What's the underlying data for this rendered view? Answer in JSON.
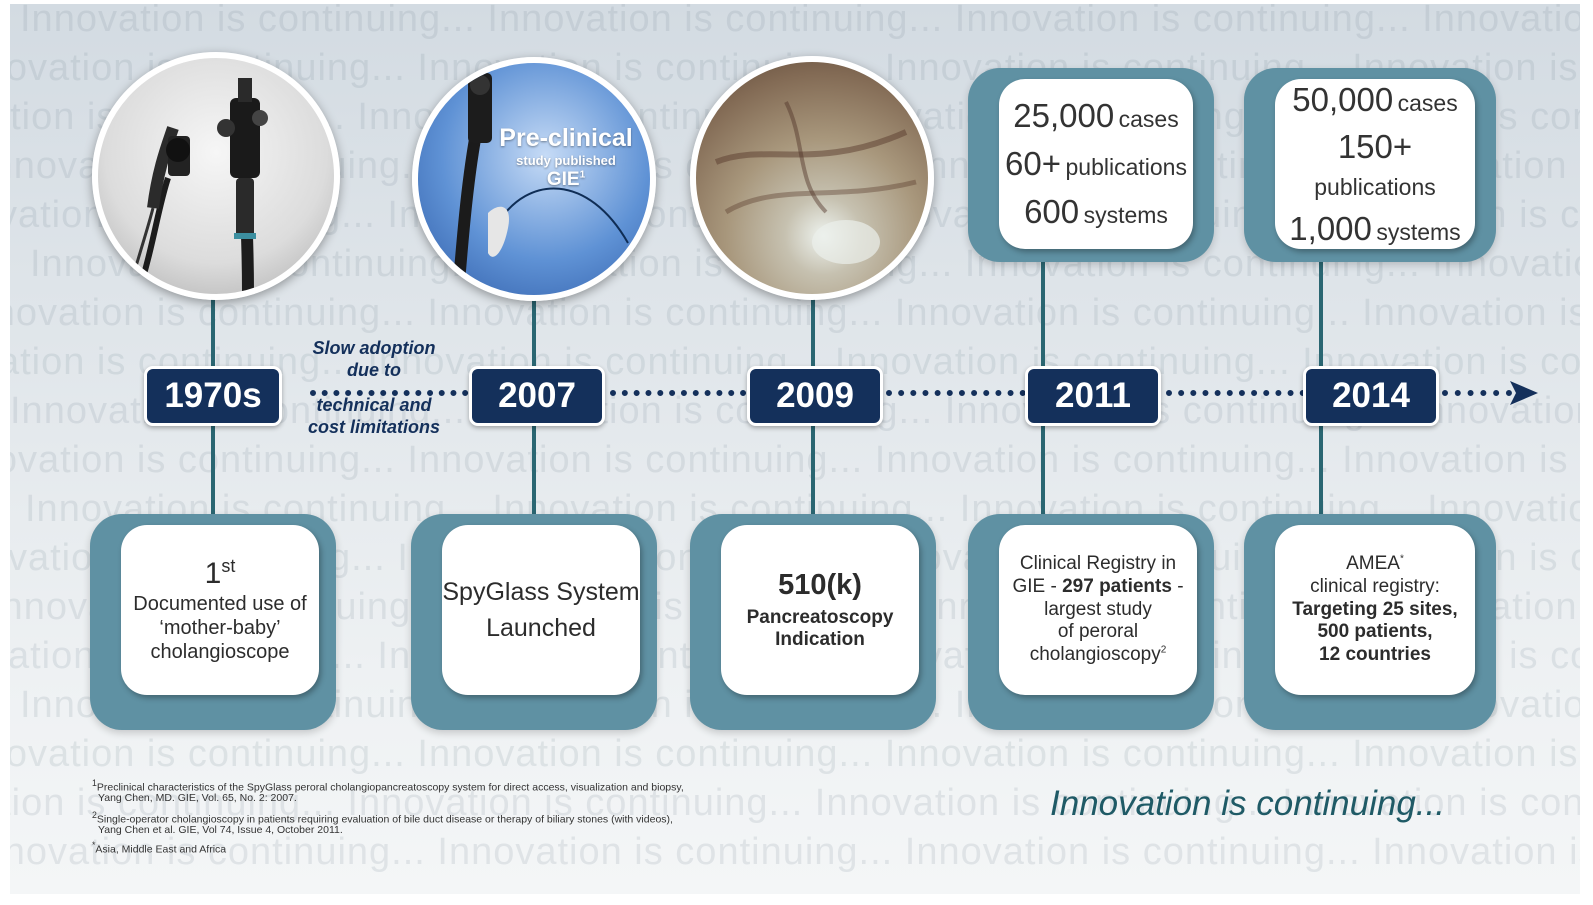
{
  "watermark_text": "Innovation is continuing... Innovation is continuing... Innovation is continuing... Innovation is continuing...",
  "colors": {
    "teal": "#5f91a3",
    "navy": "#14305b",
    "stem": "#2a6672",
    "title": "#1f5a66"
  },
  "timeline": {
    "years": [
      "1970s",
      "2007",
      "2009",
      "2011",
      "2014"
    ],
    "gap_note": [
      "Slow adoption",
      "due to",
      "technical and",
      "cost limitations"
    ]
  },
  "preclinical_badge": {
    "title": "Pre-clinical",
    "line2": "study published",
    "line3": "GIE",
    "sup": "1"
  },
  "top_stats": [
    {
      "lines": [
        {
          "num": "25,000",
          "unit": "cases"
        },
        {
          "num": "60+",
          "unit": "publications"
        },
        {
          "num": "600",
          "unit": "systems"
        }
      ]
    },
    {
      "lines": [
        {
          "num": "50,000",
          "unit": "cases"
        },
        {
          "num": "150+",
          "unit": "publications"
        },
        {
          "num": "1,000",
          "unit": "systems"
        }
      ]
    }
  ],
  "cards": {
    "c1970": {
      "big": "1",
      "sup": "st",
      "lines": [
        "Documented use of",
        "‘mother-baby’",
        "cholangioscope"
      ]
    },
    "c2007": {
      "lines": [
        "SpyGlass System",
        "Launched"
      ]
    },
    "c2009": {
      "title": "510(k)",
      "lines": [
        "Pancreatoscopy",
        "Indication"
      ]
    },
    "c2011": {
      "l1": "Clinical Registry in",
      "l2a": "GIE - ",
      "l2b": "297 patients",
      "l2c": " -",
      "l3": "largest study",
      "l4": "of peroral",
      "l5": "cholangioscopy",
      "sup": "2"
    },
    "c2014": {
      "l1": "AMEA",
      "sup": "*",
      "l2": "clinical registry:",
      "l3": "Targeting 25 sites,",
      "l4": "500 patients,",
      "l5": "12 countries"
    }
  },
  "footnotes": [
    {
      "sup": "1",
      "text": "Preclinical characteristics of the SpyGlass peroral cholangiopancreatoscopy system for direct access, visualization and biopsy,"
    },
    {
      "sup": "",
      "text": "Yang Chen, MD. GIE, Vol. 65, No. 2: 2007."
    },
    {
      "sup": "2",
      "text": "Single-operator cholangioscopy in patients requiring evaluation of bile duct disease or therapy of biliary stones (with videos),"
    },
    {
      "sup": "",
      "text": "Yang Chen et al. GIE, Vol 74, Issue 4, October 2011."
    },
    {
      "sup": "*",
      "text": "Asia, Middle East and Africa"
    }
  ],
  "tagline": "Innovation is continuing..."
}
